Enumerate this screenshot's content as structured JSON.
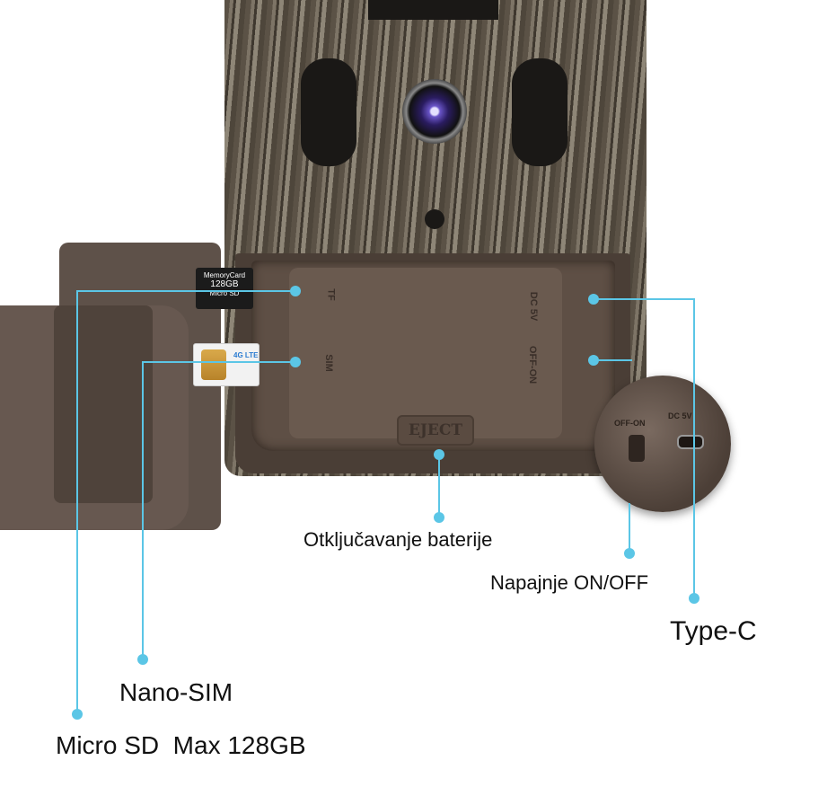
{
  "callouts": {
    "battery_unlock": "Otključavanje baterije",
    "power": "Napajnje ON/OFF",
    "typec": "Type-C",
    "nanosim": "Nano-SIM",
    "microsd": "Micro SD  Max 128GB"
  },
  "device_labels": {
    "tf": "TF",
    "sim": "SIM",
    "dc": "DC 5V",
    "offon": "OFF-ON",
    "eject": "EJECT"
  },
  "sd_card": {
    "brand": "MemoryCard",
    "capacity": "128GB",
    "type": "Micro SD"
  },
  "sim_card": {
    "badge": "4G LTE"
  },
  "closeup": {
    "offon": "OFF-ON",
    "dc": "DC 5V"
  },
  "colors": {
    "callout": "#5bc6e6"
  }
}
